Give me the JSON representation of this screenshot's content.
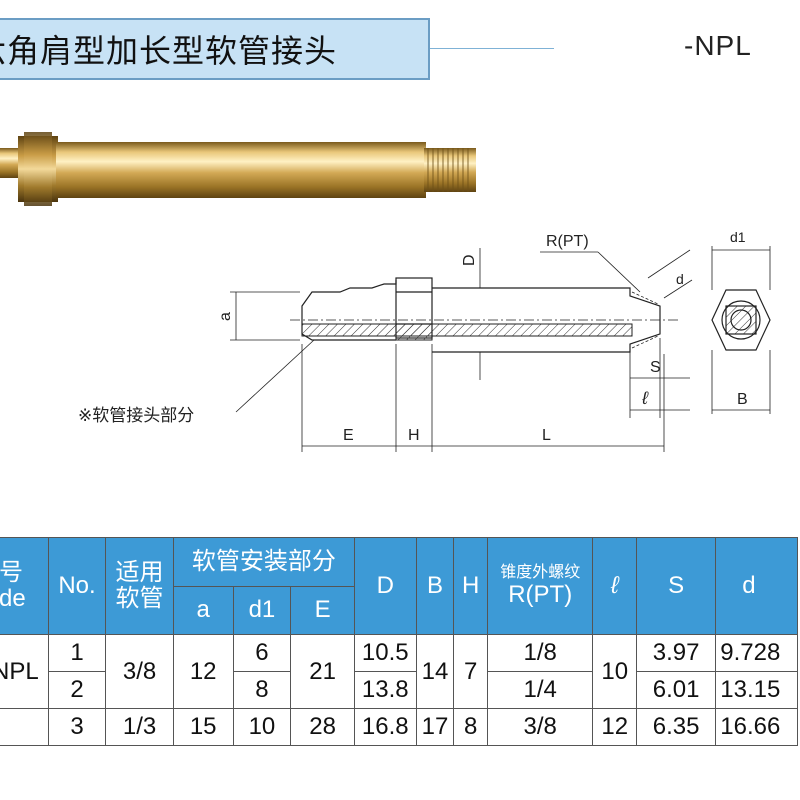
{
  "header": {
    "title": "六角肩型加长型软管接头",
    "model_suffix": "-NPL"
  },
  "drawing": {
    "labels": {
      "a": "a",
      "D": "D",
      "R": "R(PT)",
      "d": "d",
      "d1": "d1",
      "S": "S",
      "l": "ℓ",
      "B": "B",
      "E": "E",
      "H": "H",
      "L": "L"
    },
    "note": "※软管接头部分"
  },
  "table": {
    "header": {
      "model": "号",
      "model_sub": "de",
      "no": "No.",
      "hose_line1": "适用",
      "hose_line2": "软管",
      "install_group": "软管安装部分",
      "a": "a",
      "d1": "d1",
      "E": "E",
      "D": "D",
      "B": "B",
      "H": "H",
      "thread_line1": "锥度外螺纹",
      "thread_line2": "R(PT)",
      "l": "ℓ",
      "S": "S",
      "d": "d"
    },
    "model_name": "NPL",
    "rows": [
      {
        "no": "1",
        "hose": "3/8",
        "a": "12",
        "d1": "6",
        "E": "21",
        "D": "10.5",
        "B": "14",
        "H": "7",
        "R": "1/8",
        "l": "10",
        "S": "3.97",
        "d": "9.728"
      },
      {
        "no": "2",
        "hose": "",
        "a": "",
        "d1": "8",
        "E": "",
        "D": "13.8",
        "B": "",
        "H": "",
        "R": "1/4",
        "l": "",
        "S": "6.01",
        "d": "13.15"
      },
      {
        "no": "3",
        "hose": "1/3",
        "a": "15",
        "d1": "10",
        "E": "28",
        "D": "16.8",
        "B": "17",
        "H": "8",
        "R": "3/8",
        "l": "12",
        "S": "6.35",
        "d": "16.66"
      }
    ]
  }
}
